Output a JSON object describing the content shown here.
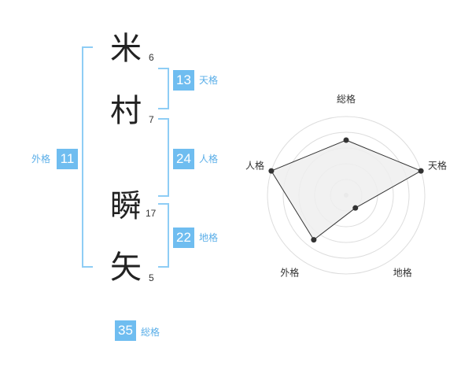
{
  "name": {
    "chars": [
      {
        "char": "米",
        "strokes": "6"
      },
      {
        "char": "村",
        "strokes": "7"
      },
      {
        "char": "瞬",
        "strokes": "17"
      },
      {
        "char": "矢",
        "strokes": "5"
      }
    ]
  },
  "fortunes": {
    "tenkaku": {
      "value": "13",
      "label": "天格"
    },
    "jinkaku": {
      "value": "24",
      "label": "人格"
    },
    "chikaku": {
      "value": "22",
      "label": "地格"
    },
    "gaikaku": {
      "value": "11",
      "label": "外格"
    },
    "soukaku": {
      "value": "35",
      "label": "総格"
    }
  },
  "chart_data": {
    "type": "radar",
    "axes": [
      "総格",
      "天格",
      "地格",
      "外格",
      "人格"
    ],
    "values": [
      0.7,
      1.0,
      0.2,
      0.7,
      1.0
    ],
    "max": 1.0,
    "rings": 5,
    "colors": {
      "fill": "#efefef",
      "line": "#333333",
      "grid": "#dddddd",
      "point": "#333333"
    }
  }
}
